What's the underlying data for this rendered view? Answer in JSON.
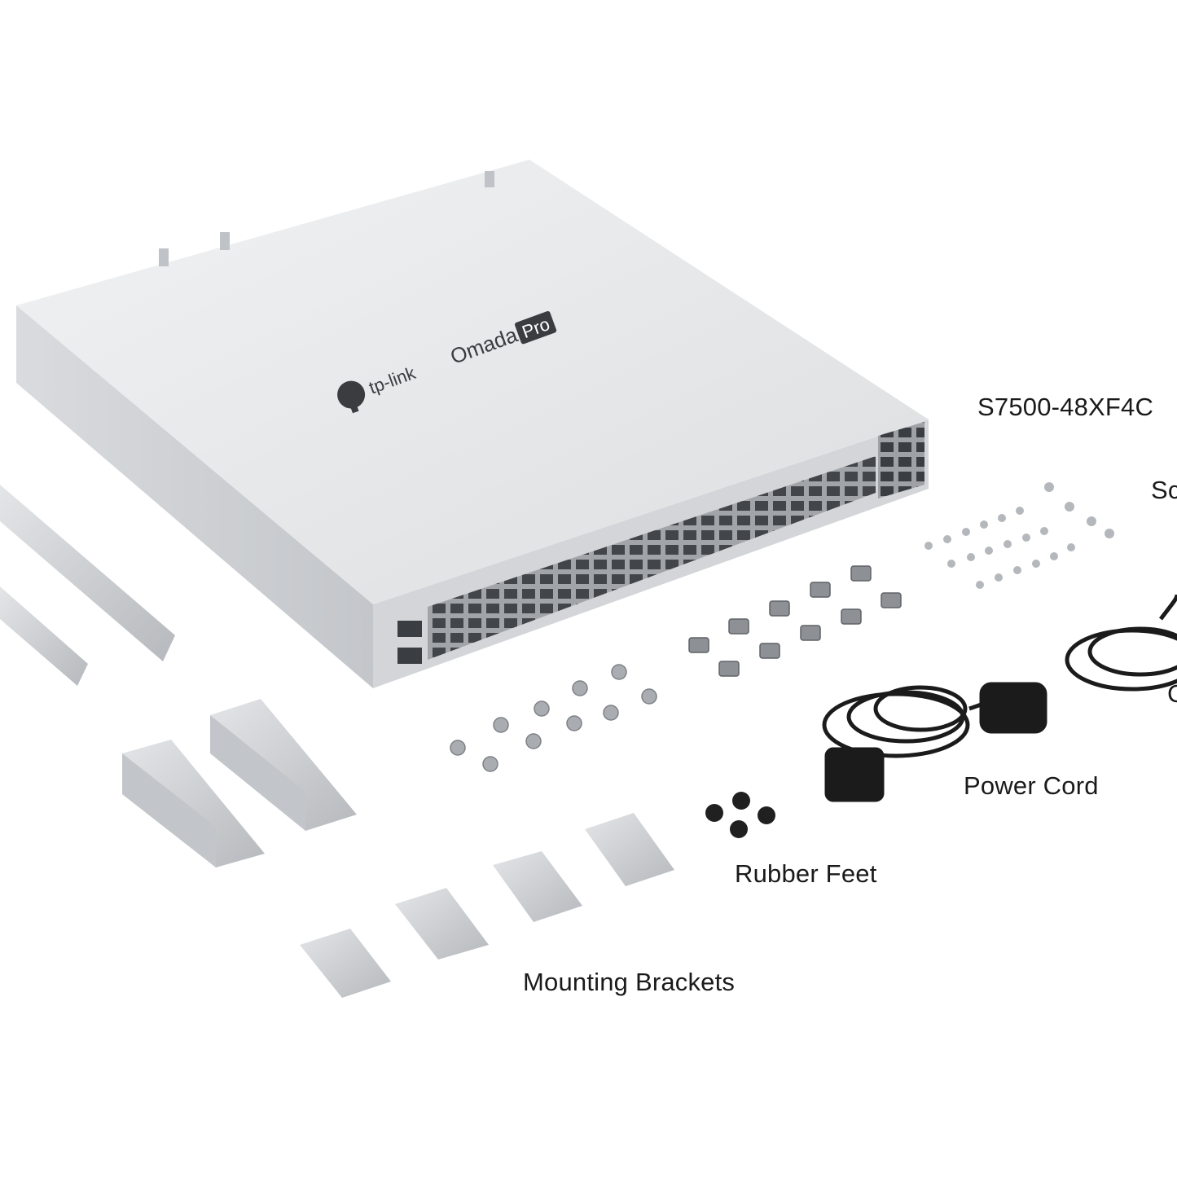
{
  "labels": {
    "product": "S7500-48XF4C",
    "screws": "Sc",
    "cord2": "C",
    "power_cord": "Power Cord",
    "rubber_feet": "Rubber Feet",
    "mounting_brackets": "Mounting Brackets"
  },
  "logo": {
    "brand": "tp-link",
    "line": "Omada",
    "badge": "Pro"
  },
  "colors": {
    "background": "#ffffff",
    "chassis_top": "#e6e7e9",
    "chassis_side": "#cfd1d4",
    "bracket": "#c9cbce",
    "cord": "#1b1b1b",
    "logo": "#3a3c40"
  },
  "icons": [
    "switch-chassis",
    "rack-rail-icon",
    "bracket-icon",
    "screw-icon",
    "cage-nut-icon",
    "rubber-foot-icon",
    "power-cord-icon"
  ]
}
